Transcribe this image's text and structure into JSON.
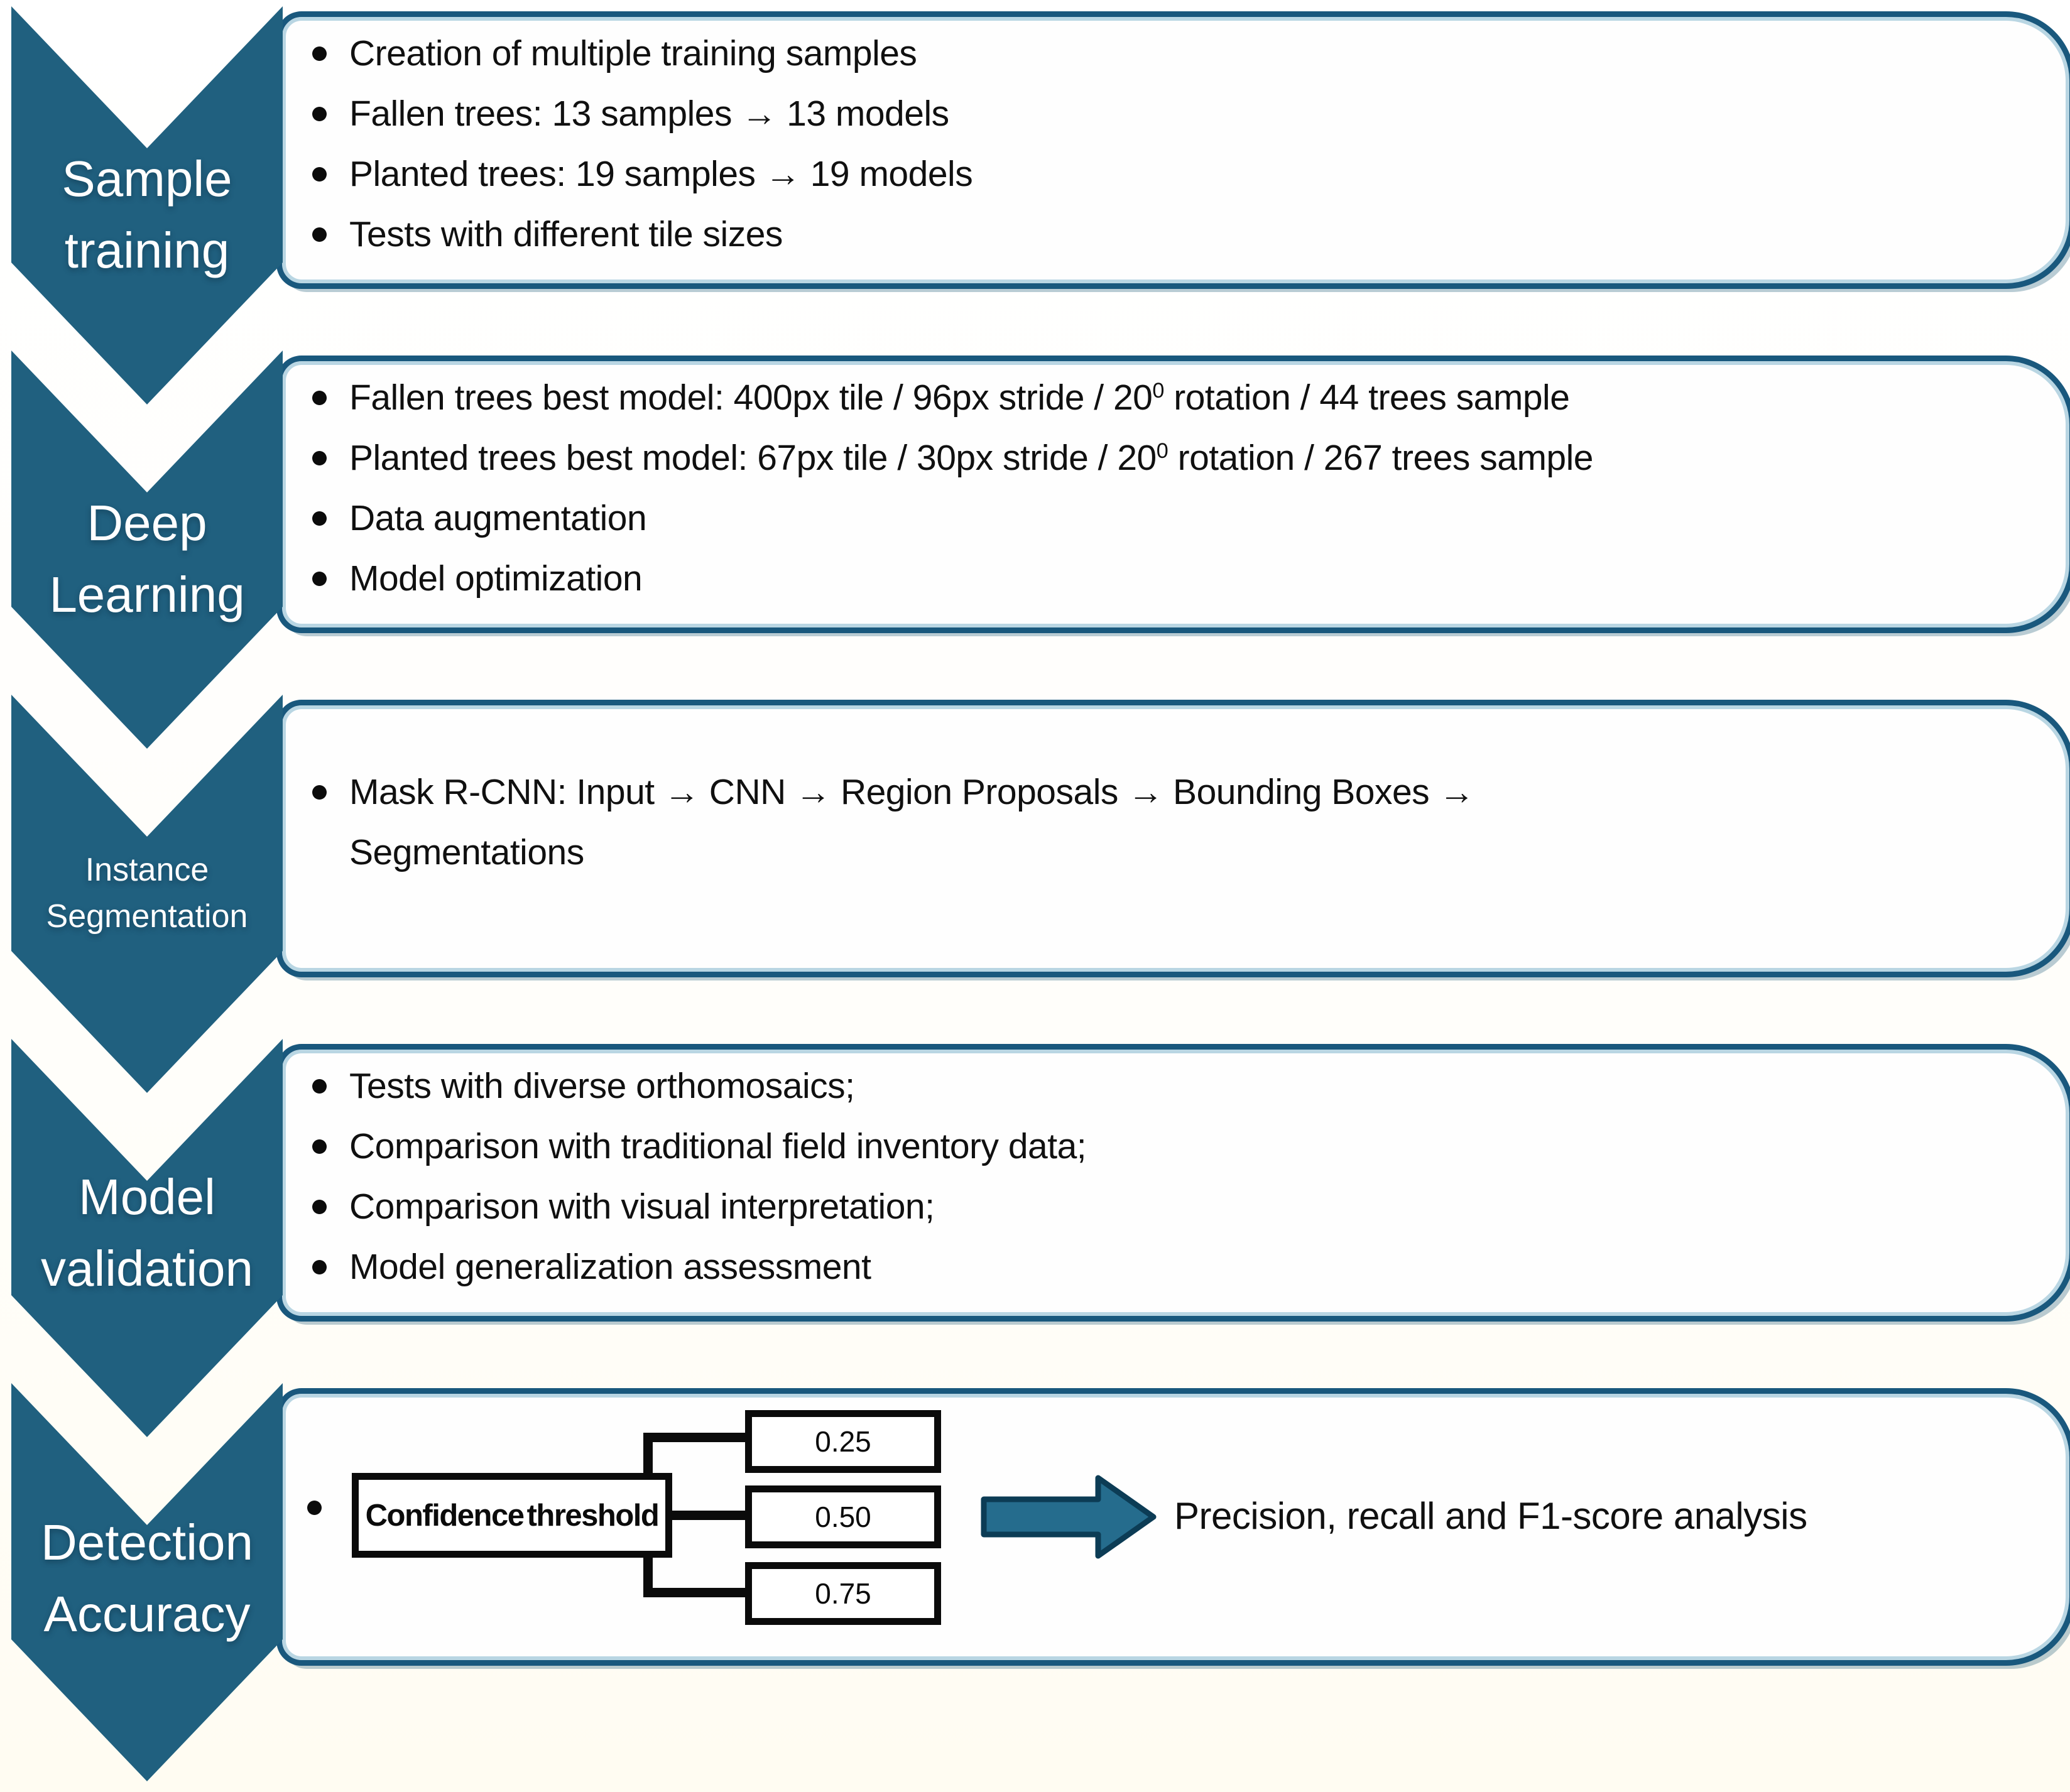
{
  "colors": {
    "chevron_fill": "#20607F",
    "box_border": "#19587D",
    "box_inner_line": "#B9D6E3",
    "connector": "#0B0B0B",
    "arrow_fill": "#256C8D",
    "arrow_outline": "#0C3C55",
    "label_text": "#FFFFFF",
    "body_text": "#101010"
  },
  "sections": [
    {
      "id": "sample-training",
      "label_lines": [
        "Sample",
        "training"
      ],
      "bullets": [
        {
          "text": "Creation of multiple training samples"
        },
        {
          "text": "Fallen trees: 13 samples → 13 models"
        },
        {
          "text": "Planted trees: 19 samples → 19 models"
        },
        {
          "text": "Tests with different tile sizes"
        }
      ]
    },
    {
      "id": "deep-learning",
      "label_lines": [
        "Deep",
        "Learning"
      ],
      "bullets": [
        {
          "pre": "Fallen trees best model: 400px tile / 96px stride / 20",
          "sup": "0",
          "post": " rotation / 44 trees sample"
        },
        {
          "pre": "Planted trees best model: 67px tile / 30px stride / 20",
          "sup": "0",
          "post": " rotation / 267 trees sample"
        },
        {
          "text": "Data augmentation"
        },
        {
          "text": "Model optimization"
        }
      ]
    },
    {
      "id": "instance-segmentation",
      "label_lines": [
        "Instance",
        "Segmentation"
      ],
      "bullets": [
        {
          "line1": "Mask R-CNN: Input → CNN → Region Proposals → Bounding Boxes →",
          "line2": "Segmentations"
        }
      ]
    },
    {
      "id": "model-validation",
      "label_lines": [
        "Model",
        "validation"
      ],
      "bullets": [
        {
          "text": "Tests with diverse orthomosaics;"
        },
        {
          "text": "Comparison with traditional field inventory data;"
        },
        {
          "text": "Comparison with visual interpretation;"
        },
        {
          "text": "Model generalization assessment"
        }
      ]
    },
    {
      "id": "detection-accuracy",
      "label_lines": [
        "Detection",
        "Accuracy"
      ],
      "flow": {
        "source_label": "Confidence threshold",
        "thresholds": [
          "0.25",
          "0.50",
          "0.75"
        ],
        "result_label": "Precision, recall and F1-score analysis"
      }
    }
  ]
}
